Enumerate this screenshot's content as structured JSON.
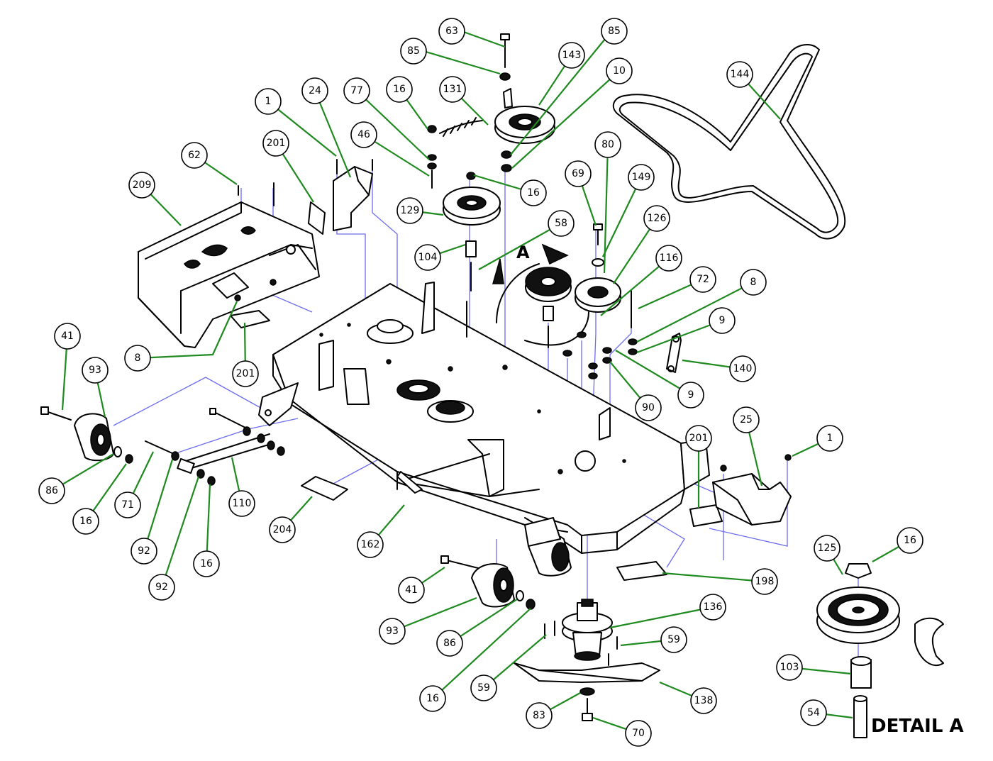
{
  "diagram": {
    "detail_label": "DETAIL A",
    "view_arrow_label": "A",
    "colors": {
      "leader": "#1f8a1f",
      "assembly_lines": "#6b6bf0",
      "ink": "#000000"
    }
  },
  "callouts": [
    {
      "id": "c63",
      "label": "63"
    },
    {
      "id": "c85a",
      "label": "85"
    },
    {
      "id": "c143",
      "label": "143"
    },
    {
      "id": "c85b",
      "label": "85"
    },
    {
      "id": "c10",
      "label": "10"
    },
    {
      "id": "c144",
      "label": "144"
    },
    {
      "id": "c1a",
      "label": "1"
    },
    {
      "id": "c24",
      "label": "24"
    },
    {
      "id": "c77",
      "label": "77"
    },
    {
      "id": "c16a",
      "label": "16"
    },
    {
      "id": "c131",
      "label": "131"
    },
    {
      "id": "c201a",
      "label": "201"
    },
    {
      "id": "c46",
      "label": "46"
    },
    {
      "id": "c62",
      "label": "62"
    },
    {
      "id": "c209",
      "label": "209"
    },
    {
      "id": "c16b",
      "label": "16"
    },
    {
      "id": "c129",
      "label": "129"
    },
    {
      "id": "c80",
      "label": "80"
    },
    {
      "id": "c69",
      "label": "69"
    },
    {
      "id": "c149",
      "label": "149"
    },
    {
      "id": "c58",
      "label": "58"
    },
    {
      "id": "c126",
      "label": "126"
    },
    {
      "id": "c104",
      "label": "104"
    },
    {
      "id": "c116",
      "label": "116"
    },
    {
      "id": "c72",
      "label": "72"
    },
    {
      "id": "c8a",
      "label": "8"
    },
    {
      "id": "c9a",
      "label": "9"
    },
    {
      "id": "c140",
      "label": "140"
    },
    {
      "id": "c9b",
      "label": "9"
    },
    {
      "id": "c90",
      "label": "90"
    },
    {
      "id": "c8b",
      "label": "8"
    },
    {
      "id": "c201b",
      "label": "201"
    },
    {
      "id": "c41a",
      "label": "41"
    },
    {
      "id": "c93a",
      "label": "93"
    },
    {
      "id": "c201c",
      "label": "201"
    },
    {
      "id": "c25",
      "label": "25"
    },
    {
      "id": "c1b",
      "label": "1"
    },
    {
      "id": "c86a",
      "label": "86"
    },
    {
      "id": "c16c",
      "label": "16"
    },
    {
      "id": "c71",
      "label": "71"
    },
    {
      "id": "c110",
      "label": "110"
    },
    {
      "id": "c92a",
      "label": "92"
    },
    {
      "id": "c16d",
      "label": "16"
    },
    {
      "id": "c92b",
      "label": "92"
    },
    {
      "id": "c204",
      "label": "204"
    },
    {
      "id": "c162",
      "label": "162"
    },
    {
      "id": "c125",
      "label": "125"
    },
    {
      "id": "c16e",
      "label": "16"
    },
    {
      "id": "c198",
      "label": "198"
    },
    {
      "id": "c41b",
      "label": "41"
    },
    {
      "id": "c136",
      "label": "136"
    },
    {
      "id": "c93b",
      "label": "93"
    },
    {
      "id": "c86b",
      "label": "86"
    },
    {
      "id": "c59a",
      "label": "59"
    },
    {
      "id": "c59b",
      "label": "59"
    },
    {
      "id": "c103",
      "label": "103"
    },
    {
      "id": "c16f",
      "label": "16"
    },
    {
      "id": "c138",
      "label": "138"
    },
    {
      "id": "c83",
      "label": "83"
    },
    {
      "id": "c54",
      "label": "54"
    },
    {
      "id": "c70",
      "label": "70"
    }
  ]
}
